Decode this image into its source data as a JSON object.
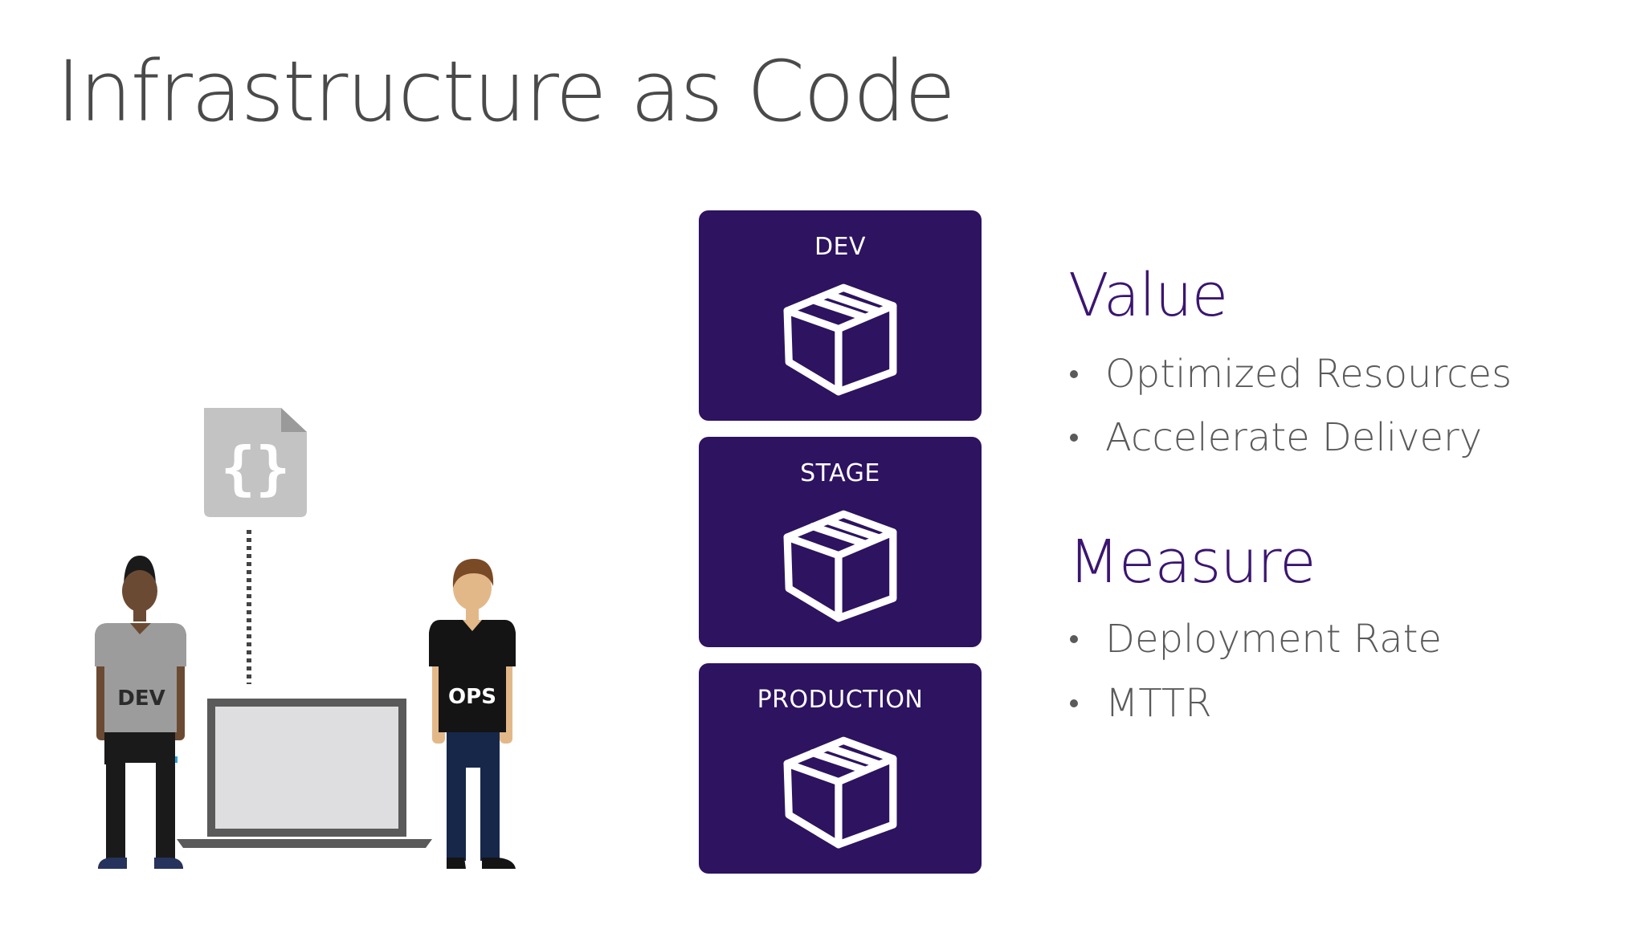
{
  "slide": {
    "title": "Infrastructure as Code"
  },
  "environments": [
    {
      "label": "DEV",
      "icon": "package-box-icon"
    },
    {
      "label": "STAGE",
      "icon": "package-box-icon"
    },
    {
      "label": "PRODUCTION",
      "icon": "package-box-icon"
    }
  ],
  "value": {
    "heading": "Value",
    "items": [
      "Optimized Resources",
      "Accelerate Delivery"
    ]
  },
  "measure": {
    "heading": "Measure",
    "items": [
      "Deployment Rate",
      "MTTR"
    ]
  },
  "illustration": {
    "code_file_icon": "code-file-icon",
    "code_glyph": "{}",
    "dev_shirt_text": "DEV",
    "ops_shirt_text": "OPS",
    "laptop_icon": "laptop-icon"
  },
  "colors": {
    "accent": "#2d1360",
    "heading": "#3b1670",
    "title": "#4a4a4a",
    "body": "#5a5a5a"
  }
}
